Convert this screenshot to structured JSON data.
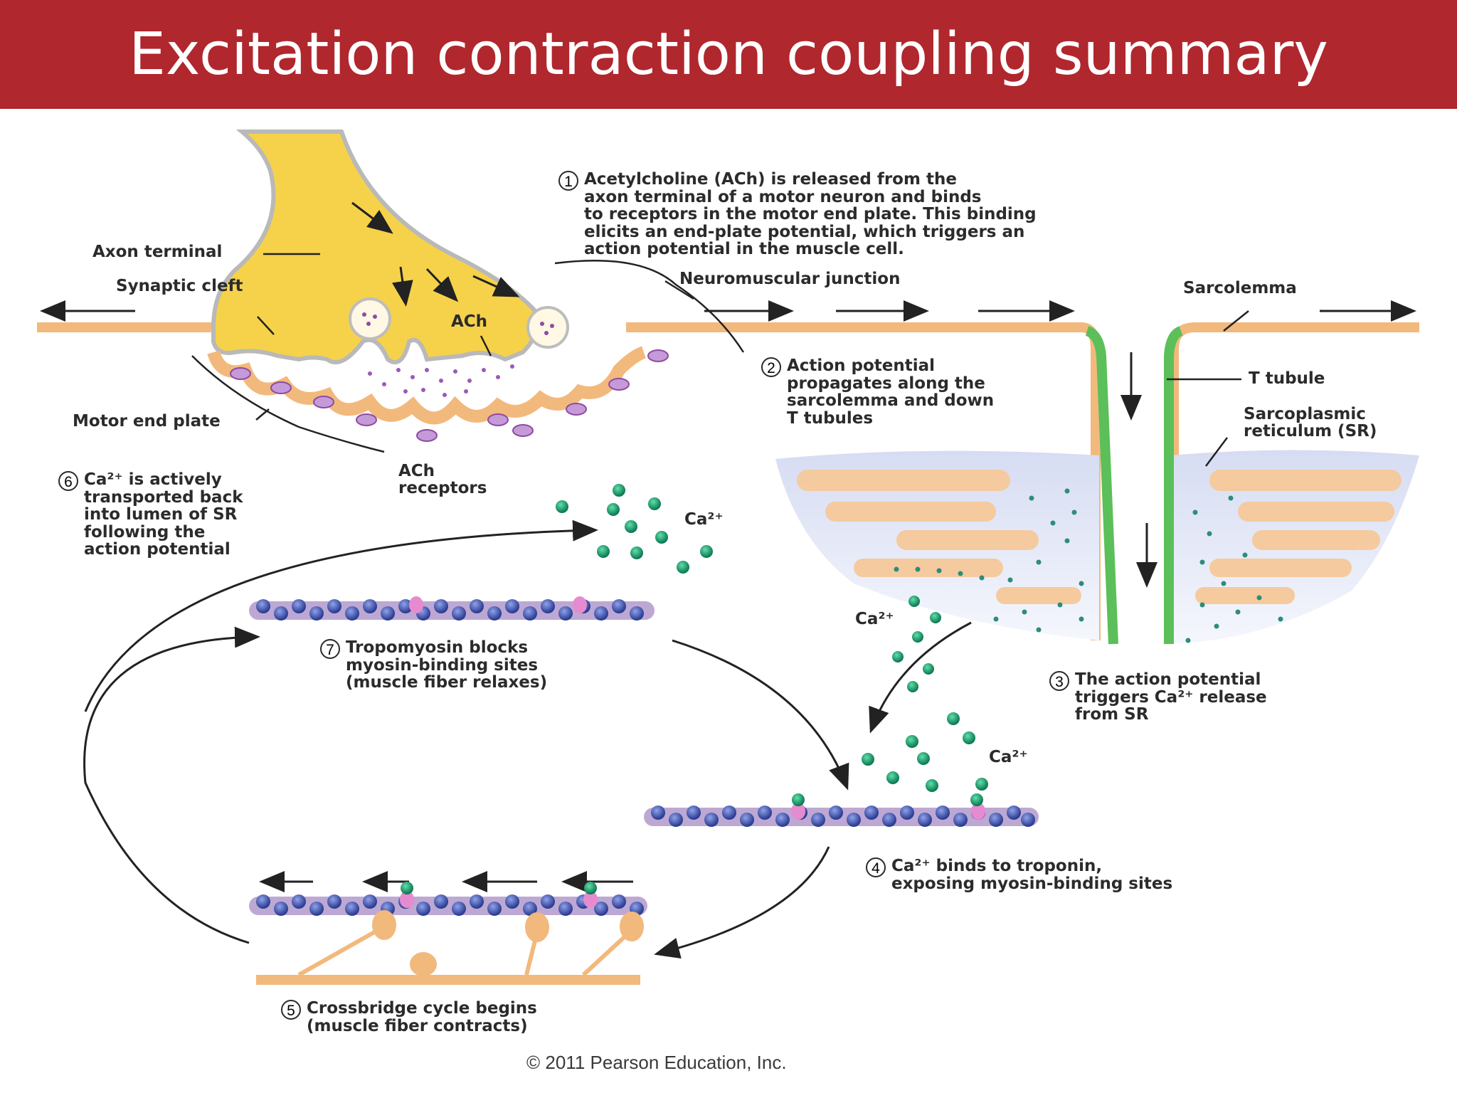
{
  "slide": {
    "title": "Excitation contraction coupling summary",
    "title_bar_color": "#b0272d"
  },
  "labels": {
    "axon_terminal": "Axon terminal",
    "synaptic_cleft": "Synaptic cleft",
    "ach": "ACh",
    "neuromuscular_junction": "Neuromuscular junction",
    "sarcolemma": "Sarcolemma",
    "motor_end_plate": "Motor end plate",
    "ach_receptors": "ACh\nreceptors",
    "t_tubule": "T tubule",
    "sarcoplasmic_reticulum": "Sarcoplasmic\nreticulum (SR)",
    "ca_1": "Ca²⁺",
    "ca_2": "Ca²⁺",
    "ca_3": "Ca²⁺"
  },
  "steps": [
    {
      "num": "1",
      "text": "Acetylcholine (ACh) is released from the\naxon terminal of a motor neuron and binds\nto receptors in the motor end plate. This binding\nelicits an end-plate potential, which triggers an\naction potential in the muscle cell."
    },
    {
      "num": "2",
      "text": "Action potential\npropagates along the\nsarcolemma and down\nT tubules"
    },
    {
      "num": "3",
      "text": "The action potential\ntriggers Ca²⁺ release\nfrom SR"
    },
    {
      "num": "4",
      "text": "Ca²⁺ binds to troponin,\nexposing myosin-binding sites"
    },
    {
      "num": "5",
      "text": "Crossbridge cycle begins\n(muscle fiber contracts)"
    },
    {
      "num": "6",
      "text": "Ca²⁺ is actively\ntransported back\ninto lumen of SR\nfollowing the\naction potential"
    },
    {
      "num": "7",
      "text": "Tropomyosin blocks\nmyosin-binding sites\n(muscle fiber relaxes)"
    }
  ],
  "copyright": "© 2011 Pearson Education, Inc.",
  "colors": {
    "axon": "#f6d24a",
    "membrane": "#f2b97d",
    "vesicle_dot": "#8e4aa3",
    "t_tubule": "#5bbf5a",
    "sr": "#c9d3ee",
    "calcium": "#1f9a6a",
    "actin": "#3b4fa8"
  }
}
